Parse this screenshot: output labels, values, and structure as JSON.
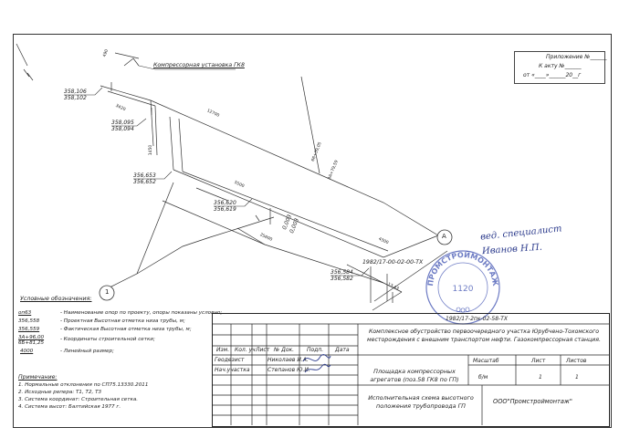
{
  "appendix": {
    "line1": "Приложение №______",
    "line2": "К акту №______",
    "line3": "от «____»______20__г"
  },
  "drawing": {
    "unit_label": "Компрессорная установка ГК8",
    "elevations": [
      {
        "id": "e1",
        "top": "358,106",
        "bottom": "358,102"
      },
      {
        "id": "e2",
        "top": "358,095",
        "bottom": "358,094"
      },
      {
        "id": "e3",
        "top": "356,653",
        "bottom": "356,652"
      },
      {
        "id": "e4",
        "top": "356,620",
        "bottom": "356,619"
      },
      {
        "id": "e5",
        "top": "356,584",
        "bottom": "356,582"
      }
    ],
    "dims": {
      "d490": "490",
      "d3420": "3420",
      "d12700": "12700",
      "d1450": "1450",
      "d5500": "5500",
      "d25600": "25600",
      "d4300": "4300",
      "slope1": "66+39,05",
      "slope2": "3А+79,59",
      "i1": "0,003",
      "i2": "0,003",
      "marker_right": "13,43"
    },
    "axis_a": "А",
    "axis_1": "1",
    "drawing_code": "1982/17-00-02-00-ТХ"
  },
  "legend": {
    "title": "Условные обозначения:",
    "items": [
      {
        "sym1": "оп63",
        "sym2": "356,558",
        "text": "- Наименование опор по проекту, опоры показаны условно;"
      },
      {
        "sym1": "",
        "sym2": "356,559",
        "text": "- Проектная Высотная отметка низа трубы, м;"
      },
      {
        "sym1": "",
        "sym2": "",
        "text": "- Фактическая Высотная отметка низа трубы, м;"
      },
      {
        "sym1": "3А+96,00",
        "sym2": "6Б+81,25",
        "text": "- Координаты строительной сетки;"
      },
      {
        "sym1": "4000",
        "sym2": "",
        "text": "- Линейный размер;"
      }
    ]
  },
  "notes": {
    "title": "Примечание:",
    "items": [
      "1. Нормальные отклонения по СП75.13330.2011",
      "2. Исходные репера: Т1, Т2, Т3",
      "3. Система координат: Строительная сетка.",
      "4. Система высот: Балтийская 1977 г."
    ]
  },
  "handwritten": {
    "line1": "вед. специалист",
    "line2": "Иванов Н.П."
  },
  "stamp": {
    "top": "ПРОМСТРОЙМОНТАЖ",
    "bottom": "ООО",
    "center": "1120"
  },
  "titleblock": {
    "code": "1982/17-2пк-02-58-ТХ",
    "object": "Комплексное обустройство первоочередного участка Юрубчено-Тохомского месторождения с внешним транспортом нефти. Газокомпрессорная станция.",
    "cols": [
      "Изм.",
      "Кол. уч",
      "Лист",
      "№ Док.",
      "Подп.",
      "Дата"
    ],
    "rows": [
      {
        "role": "Геодезист",
        "name": "Николаев И.А."
      },
      {
        "role": "Нач.участка",
        "name": "Степанов Ю.И."
      }
    ],
    "site_title": "Площадка компрессорных агрегатов (поз.58 ГК8 по ГП)",
    "scale_label": "Масштаб",
    "sheet_label": "Лист",
    "sheets_label": "Листов",
    "scale_value": "б/м",
    "sheet_value": "1",
    "sheets_value": "1",
    "scheme_title": "Исполнительная схема высотного положения трубопровода ГП",
    "company": "ООО\"Промстроймонтаж\""
  }
}
